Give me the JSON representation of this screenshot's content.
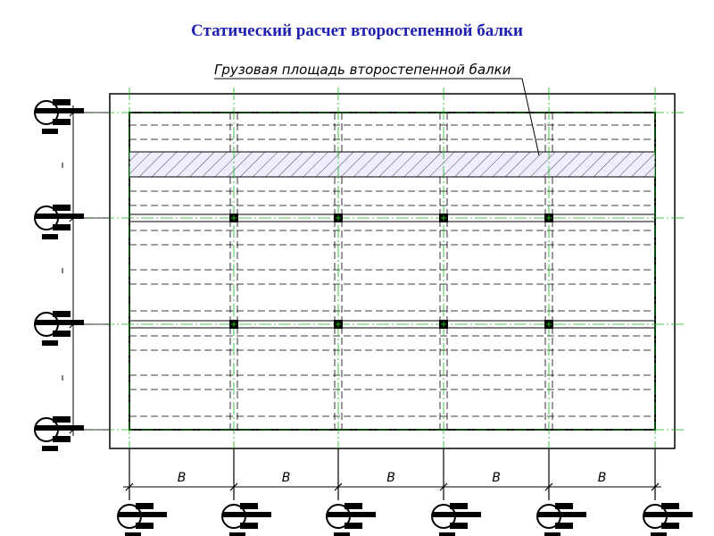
{
  "title": "Статический расчет второстепенной балки",
  "callout": "Грузовая площадь второстепенной балки",
  "span_labels": [
    "B",
    "B",
    "B",
    "B",
    "B"
  ],
  "colors": {
    "title": "#1f1fb0",
    "lines": "#000000",
    "grid": "#19b219",
    "hatch_fill": "#eeeeff"
  }
}
